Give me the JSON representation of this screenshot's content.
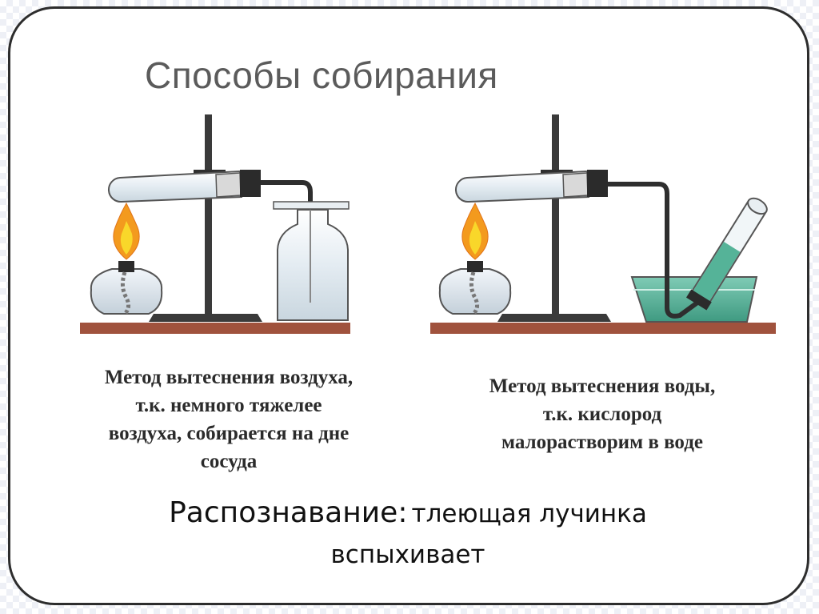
{
  "title": "Способы собирания",
  "method_air": {
    "line1": "Метод вытеснения воздуха,",
    "line2": "т.к. немного тяжелее",
    "line3": "воздуха, собирается на дне",
    "line4": "сосуда"
  },
  "method_water": {
    "line1": "Метод вытеснения воды,",
    "line2": "т.к. кислород",
    "line3": "малорастворим в воде"
  },
  "recognition": {
    "label": "Распознавание:",
    "text": "тлеющая лучинка",
    "line2": "вспыхивает"
  },
  "colors": {
    "table": "#a0523d",
    "flame_outer": "#f39a1e",
    "flame_inner": "#f9d72a",
    "water": "#4fb096",
    "stand": "#3a3a3a"
  },
  "icons": [
    "flame-icon",
    "spirit-lamp-icon",
    "test-tube-icon",
    "clamp-stand-icon",
    "jar-icon",
    "water-bath-icon"
  ]
}
